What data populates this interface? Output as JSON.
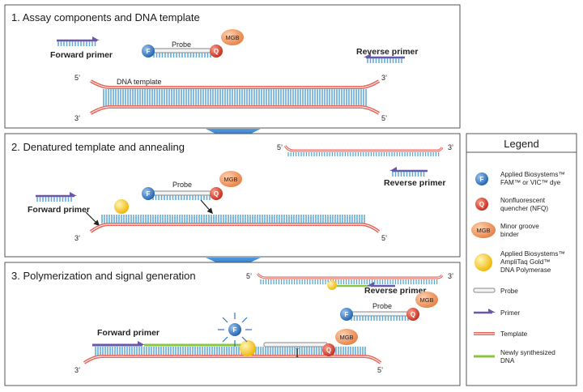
{
  "panels": [
    {
      "title": "1. Assay components and DNA template"
    },
    {
      "title": "2. Denatured template and annealing"
    },
    {
      "title": "3. Polymerization and signal generation"
    }
  ],
  "labels": {
    "forward_primer": "Forward primer",
    "reverse_primer": "Reverse primer",
    "probe": "Probe",
    "dna_template": "DNA template",
    "five_prime": "5’",
    "three_prime": "3’",
    "f": "F",
    "q": "Q",
    "mgb": "MGB"
  },
  "legend": {
    "title": "Legend",
    "items": [
      {
        "icon": "dye-icon",
        "lines": [
          "Applied Biosystems™",
          "FAM™ or VIC™ dye"
        ]
      },
      {
        "icon": "quencher-icon",
        "lines": [
          "Nonfluorescent",
          "quencher (NFQ)"
        ]
      },
      {
        "icon": "mgb-icon",
        "lines": [
          "Minor groove",
          "binder"
        ]
      },
      {
        "icon": "polymerase-icon",
        "lines": [
          "Applied Biosystems™",
          "AmpliTaq Gold™",
          "DNA Polymerase"
        ]
      },
      {
        "icon": "probe-icon",
        "lines": [
          "Probe"
        ]
      },
      {
        "icon": "primer-icon",
        "lines": [
          "Primer"
        ]
      },
      {
        "icon": "template-icon",
        "lines": [
          "Template"
        ]
      },
      {
        "icon": "new-dna-icon",
        "lines": [
          "Newly synthesized",
          "DNA"
        ]
      }
    ]
  },
  "colors": {
    "template": "#e8665a",
    "rung": "#5aa7d6",
    "primer": "#6b56a8",
    "new_dna": "#8cc63f",
    "dye": "#2f73c6",
    "quencher": "#d93a2b",
    "mgb": "#f0955c",
    "polymerase": "#f5c518",
    "arrow": "#1f6fb5"
  }
}
